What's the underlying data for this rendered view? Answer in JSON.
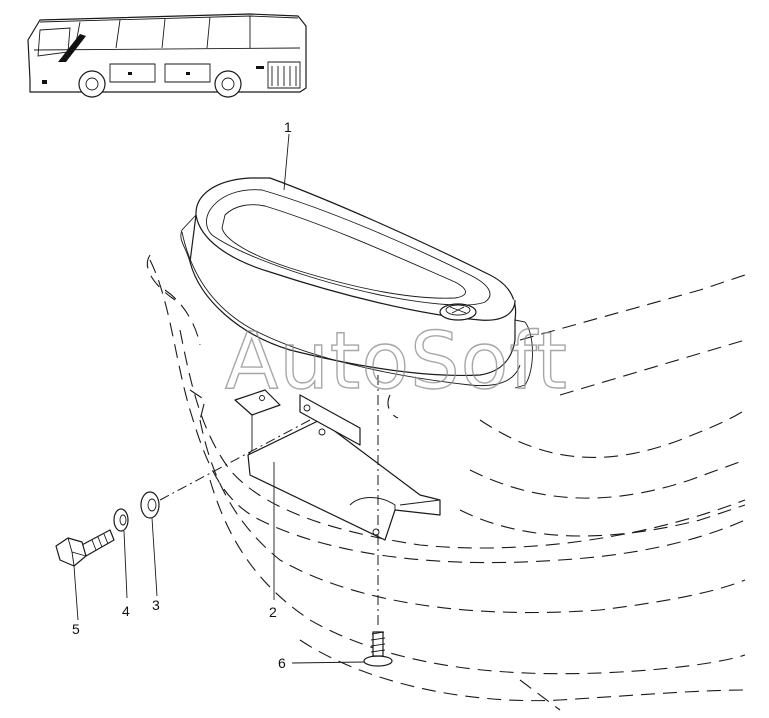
{
  "watermark": "AutoSoft",
  "callouts": [
    {
      "id": "1",
      "label": "1"
    },
    {
      "id": "2",
      "label": "2"
    },
    {
      "id": "3",
      "label": "3"
    },
    {
      "id": "4",
      "label": "4"
    },
    {
      "id": "5",
      "label": "5"
    },
    {
      "id": "6",
      "label": "6"
    }
  ],
  "icons": {
    "locator": "bus-locator-icon"
  }
}
